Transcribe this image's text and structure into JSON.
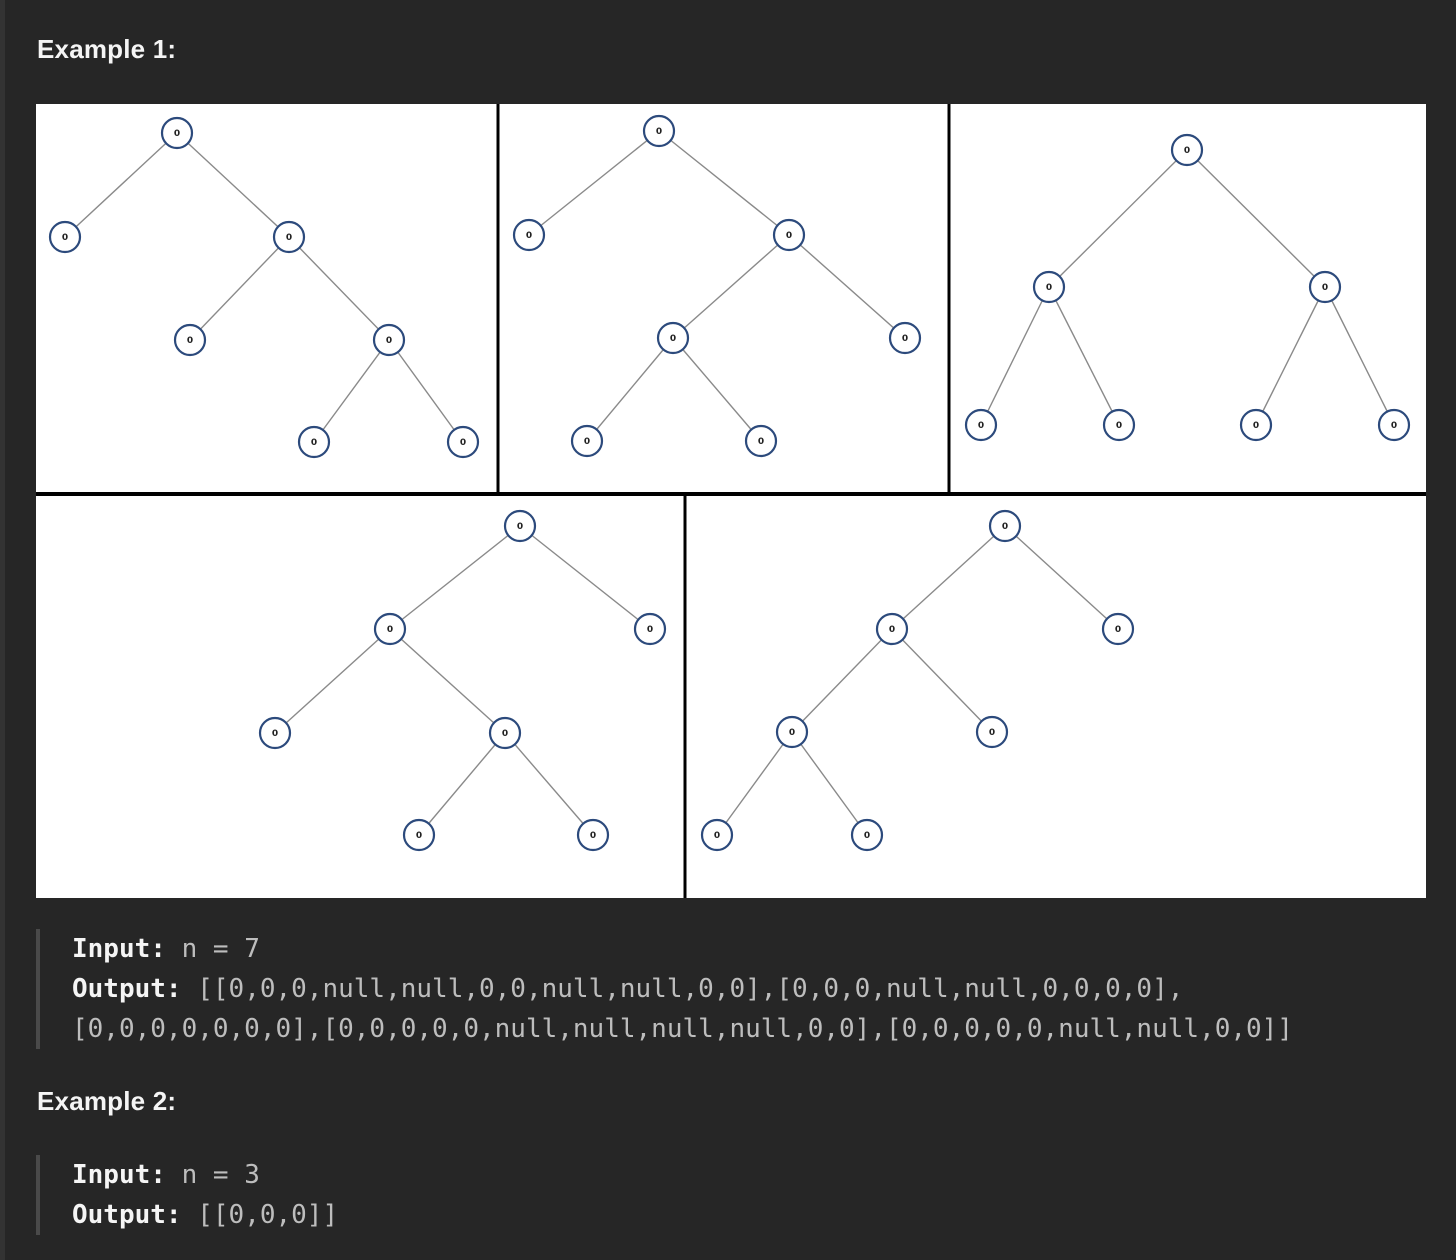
{
  "example1": {
    "heading": "Example 1:",
    "input_label": "Input:",
    "input_value": "n = 7",
    "output_label": "Output:",
    "output_line1": "[[0,0,0,null,null,0,0,null,null,0,0],[0,0,0,null,null,0,0,0,0],",
    "output_line2": "[0,0,0,0,0,0,0],[0,0,0,0,0,null,null,null,null,0,0],[0,0,0,0,0,null,null,0,0]]",
    "figure": {
      "node_label": "0",
      "node_stroke_color": "#2c4a7c",
      "edge_color": "#8a8a8a",
      "panel_border_color": "#000000",
      "trees": [
        [
          0,
          0,
          0,
          null,
          null,
          0,
          0,
          null,
          null,
          0,
          0
        ],
        [
          0,
          0,
          0,
          null,
          null,
          0,
          0,
          0,
          0
        ],
        [
          0,
          0,
          0,
          0,
          0,
          0,
          0
        ],
        [
          0,
          0,
          0,
          0,
          0,
          null,
          null,
          null,
          null,
          0,
          0
        ],
        [
          0,
          0,
          0,
          0,
          0,
          null,
          null,
          0,
          0
        ]
      ]
    }
  },
  "example2": {
    "heading": "Example 2:",
    "input_label": "Input:",
    "input_value": "n = 3",
    "output_label": "Output:",
    "output_value": "[[0,0,0]]"
  },
  "colors": {
    "background": "#262626",
    "heading_text": "#f5f5f5",
    "code_text": "#bdbdbd",
    "block_border": "#4a4a4a"
  }
}
